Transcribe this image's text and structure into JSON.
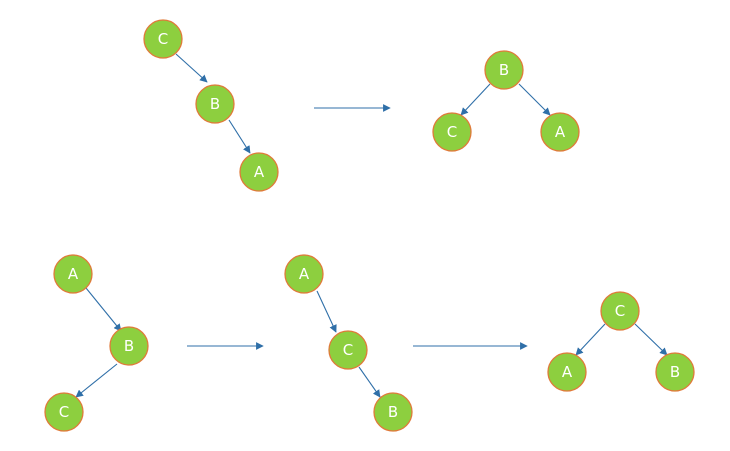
{
  "colors": {
    "node_fill": "#8dcf3f",
    "node_stroke": "#e07a3a",
    "node_text": "#ffffff",
    "arrow": "#2f6fa8",
    "background": "#ffffff"
  },
  "top_example": {
    "before": {
      "nodes": [
        "C",
        "B",
        "A"
      ],
      "edges": [
        [
          "C",
          "B"
        ],
        [
          "B",
          "A"
        ]
      ]
    },
    "after": {
      "nodes": [
        "B",
        "C",
        "A"
      ],
      "edges": [
        [
          "B",
          "C"
        ],
        [
          "B",
          "A"
        ]
      ]
    }
  },
  "bottom_example": {
    "stage1": {
      "nodes": [
        "A",
        "B",
        "C"
      ],
      "edges": [
        [
          "A",
          "B"
        ],
        [
          "B",
          "C"
        ]
      ]
    },
    "stage2": {
      "nodes": [
        "A",
        "C",
        "B"
      ],
      "edges": [
        [
          "A",
          "C"
        ],
        [
          "C",
          "B"
        ]
      ]
    },
    "stage3": {
      "nodes": [
        "C",
        "A",
        "B"
      ],
      "edges": [
        [
          "C",
          "A"
        ],
        [
          "C",
          "B"
        ]
      ]
    }
  }
}
